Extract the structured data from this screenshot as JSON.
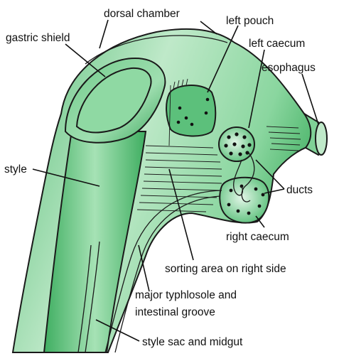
{
  "labels": {
    "dorsal_chamber": "dorsal chamber",
    "gastric_shield": "gastric shield",
    "left_pouch": "left pouch",
    "left_caecum": "left caecum",
    "esophagus": "esophagus",
    "style": "style",
    "ducts": "ducts",
    "right_caecum": "right caecum",
    "sorting_area": "sorting area on right side",
    "typhlosole_line1": "major typhlosole and",
    "typhlosole_line2": "intestinal groove",
    "style_sac": "style sac and midgut"
  },
  "colors": {
    "body_light": "#c9ecd2",
    "body_mid": "#7fd196",
    "body_dark": "#33a657",
    "outline": "#1a1a1a"
  }
}
